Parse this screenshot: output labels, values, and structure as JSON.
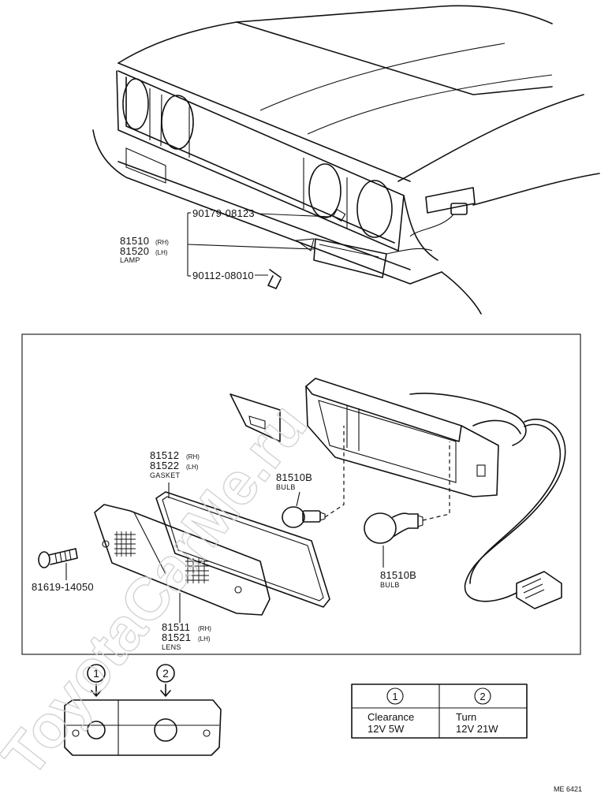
{
  "watermark": "ToyotaCarMe.ru",
  "top_view": {
    "labels": {
      "screw_upper": "90179-08123",
      "lamp_rh_no": "81510",
      "lamp_rh_side": "(RH)",
      "lamp_lh_no": "81520",
      "lamp_lh_side": "(LH)",
      "lamp_name": "LAMP",
      "screw_lower": "90112-08010"
    }
  },
  "exploded_view": {
    "labels": {
      "gasket_rh_no": "81512",
      "gasket_rh_side": "(RH)",
      "gasket_lh_no": "81522",
      "gasket_lh_side": "(LH)",
      "gasket_name": "GASKET",
      "bulb_small_no": "81510B",
      "bulb_small_name": "BULB",
      "bulb_large_no": "81510B",
      "bulb_large_name": "BULB",
      "screw_no": "81619-14050",
      "lens_rh_no": "81511",
      "lens_rh_side": "(RH)",
      "lens_lh_no": "81521",
      "lens_lh_side": "(LH)",
      "lens_name": "LENS"
    }
  },
  "callouts": {
    "one": "1",
    "two": "2"
  },
  "spec_table": {
    "headers": [
      "1",
      "2"
    ],
    "rows": [
      {
        "name": "Clearance",
        "rating": "12V  5W"
      },
      {
        "name": "Turn",
        "rating": "12V  21W"
      }
    ]
  },
  "figure_code": "ME 6421"
}
